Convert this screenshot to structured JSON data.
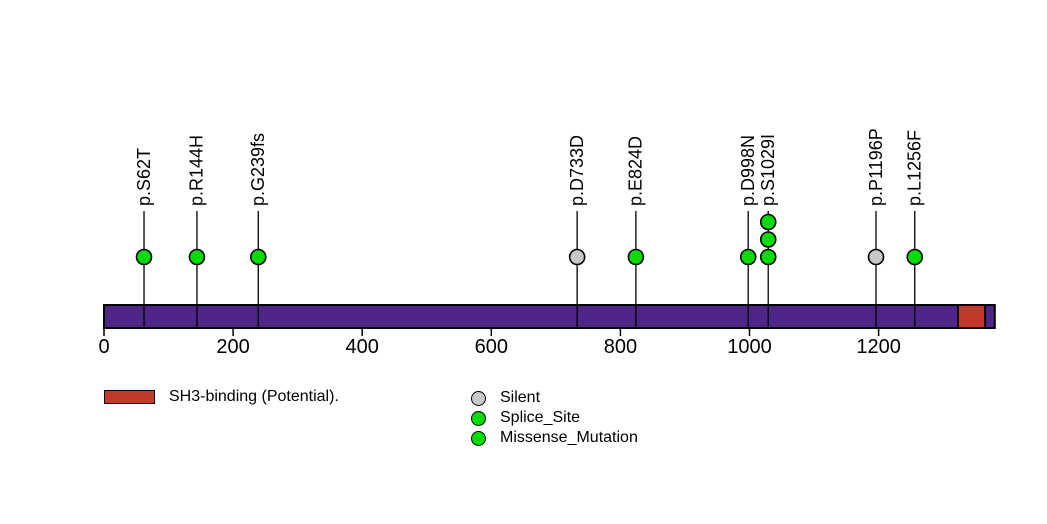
{
  "chart_data": {
    "type": "lollipop",
    "title": "",
    "xlabel": "",
    "axis": {
      "ticks": [
        0,
        200,
        400,
        600,
        800,
        1000,
        1200
      ],
      "xlim": [
        0,
        1380
      ],
      "grid": false
    },
    "protein_bar": {
      "length": 1380,
      "color": "#4E2687",
      "border_color": "#000000"
    },
    "domains": [
      {
        "label": "SH3-binding (Potential).",
        "start": 1323,
        "end": 1365,
        "color": "#C4392B"
      }
    ],
    "mutations": [
      {
        "label": "p.S62T",
        "position": 62,
        "count": 1,
        "color": "#00DC00"
      },
      {
        "label": "p.R144H",
        "position": 144,
        "count": 1,
        "color": "#00DC00"
      },
      {
        "label": "p.G239fs",
        "position": 239,
        "count": 1,
        "color": "#00DC00"
      },
      {
        "label": "p.D733D",
        "position": 733,
        "count": 1,
        "color": "#C8C8C8"
      },
      {
        "label": "p.E824D",
        "position": 824,
        "count": 1,
        "color": "#00DC00"
      },
      {
        "label": "p.D998N",
        "position": 998,
        "count": 1,
        "color": "#00DC00"
      },
      {
        "label": "p.S1029I",
        "position": 1029,
        "count": 3,
        "color": "#00DC00"
      },
      {
        "label": "p.P1196P",
        "position": 1196,
        "count": 1,
        "color": "#C8C8C8"
      },
      {
        "label": "p.L1256F",
        "position": 1256,
        "count": 1,
        "color": "#00DC00"
      }
    ],
    "marker_colors": {
      "silent": "#C8C8C8",
      "splice_site": "#00DC00",
      "missense_mutation": "#00DC00"
    }
  },
  "legend": {
    "domain": {
      "label": "SH3-binding (Potential).",
      "color": "#C4392B"
    },
    "mutation_classes": [
      {
        "label": "Silent",
        "color": "#C8C8C8"
      },
      {
        "label": "Splice_Site",
        "color": "#00DC00"
      },
      {
        "label": "Missense_Mutation",
        "color": "#00DC00"
      }
    ]
  }
}
